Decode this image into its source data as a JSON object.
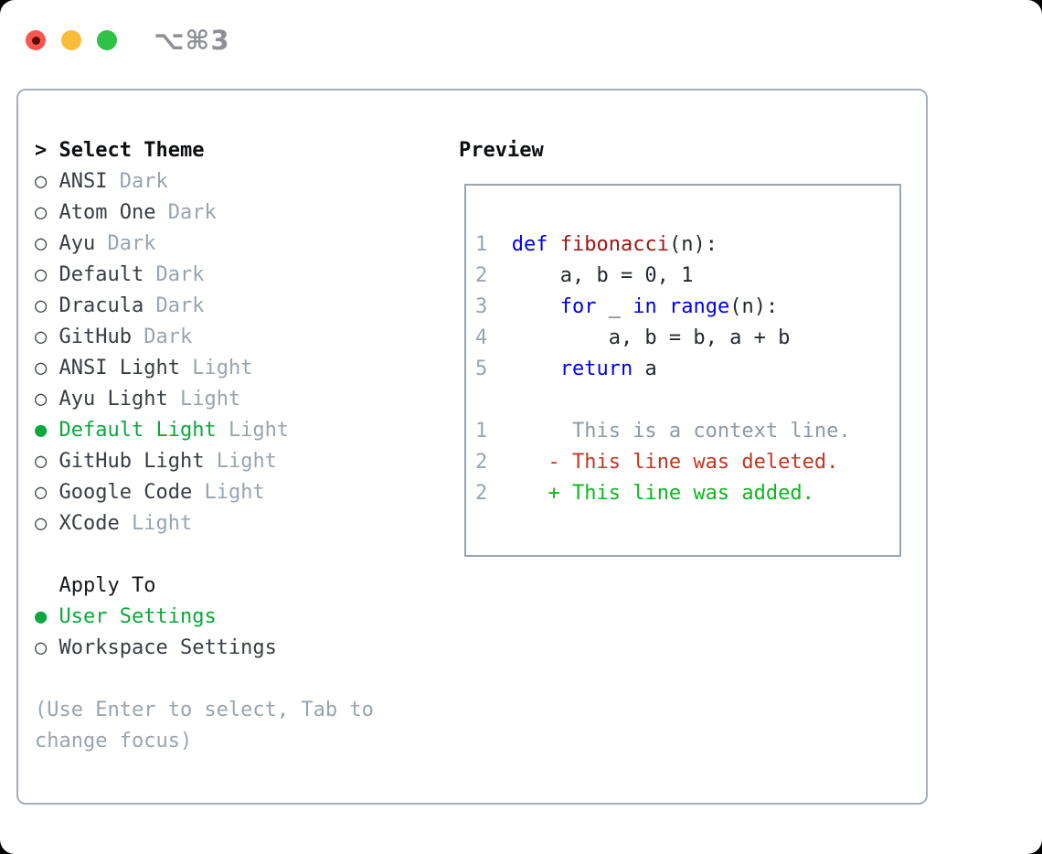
{
  "window": {
    "shortcut": "⌥⌘3",
    "traffic_lights": [
      "close",
      "minimize",
      "zoom"
    ]
  },
  "theme_picker": {
    "header": {
      "marker": ">",
      "label": "Select Theme"
    },
    "items": [
      {
        "marker": "○",
        "name": "ANSI",
        "tag": "Dark",
        "selected": false
      },
      {
        "marker": "○",
        "name": "Atom One",
        "tag": "Dark",
        "selected": false
      },
      {
        "marker": "○",
        "name": "Ayu",
        "tag": "Dark",
        "selected": false
      },
      {
        "marker": "○",
        "name": "Default",
        "tag": "Dark",
        "selected": false
      },
      {
        "marker": "○",
        "name": "Dracula",
        "tag": "Dark",
        "selected": false
      },
      {
        "marker": "○",
        "name": "GitHub",
        "tag": "Dark",
        "selected": false
      },
      {
        "marker": "○",
        "name": "ANSI Light",
        "tag": "Light",
        "selected": false
      },
      {
        "marker": "○",
        "name": "Ayu Light",
        "tag": "Light",
        "selected": false
      },
      {
        "marker": "●",
        "name": "Default Light",
        "tag": "Light",
        "selected": true
      },
      {
        "marker": "○",
        "name": "GitHub Light",
        "tag": "Light",
        "selected": false
      },
      {
        "marker": "○",
        "name": "Google Code",
        "tag": "Light",
        "selected": false
      },
      {
        "marker": "○",
        "name": "XCode",
        "tag": "Light",
        "selected": false
      }
    ]
  },
  "apply_to": {
    "header": "Apply To",
    "options": [
      {
        "marker": "●",
        "label": "User Settings",
        "selected": true
      },
      {
        "marker": "○",
        "label": "Workspace Settings",
        "selected": false
      }
    ]
  },
  "hint": "(Use Enter to select, Tab to change focus)",
  "preview": {
    "header": "Preview",
    "code_lines": [
      {
        "number": "1",
        "tokens": [
          {
            "text": "  ",
            "color": "plain"
          },
          {
            "text": "def",
            "color": "keyword"
          },
          {
            "text": " ",
            "color": "plain"
          },
          {
            "text": "fibonacci",
            "color": "function"
          },
          {
            "text": "(n):",
            "color": "plain"
          }
        ]
      },
      {
        "number": "2",
        "tokens": [
          {
            "text": "      a, b = 0, 1",
            "color": "plain"
          }
        ]
      },
      {
        "number": "3",
        "tokens": [
          {
            "text": "      ",
            "color": "plain"
          },
          {
            "text": "for",
            "color": "keyword"
          },
          {
            "text": " _ ",
            "color": "plain"
          },
          {
            "text": "in",
            "color": "keyword"
          },
          {
            "text": " ",
            "color": "plain"
          },
          {
            "text": "range",
            "color": "keyword"
          },
          {
            "text": "(n):",
            "color": "plain"
          }
        ]
      },
      {
        "number": "4",
        "tokens": [
          {
            "text": "          a, b = b, a + b",
            "color": "plain"
          }
        ]
      },
      {
        "number": "5",
        "tokens": [
          {
            "text": "      ",
            "color": "plain"
          },
          {
            "text": "return",
            "color": "keyword"
          },
          {
            "text": " a",
            "color": "plain"
          }
        ]
      }
    ],
    "diff_lines": [
      {
        "number": "1",
        "tokens": [
          {
            "text": "       This is a context line.",
            "color": "context"
          }
        ]
      },
      {
        "number": "2",
        "tokens": [
          {
            "text": "     ",
            "color": "plain"
          },
          {
            "text": "- This line was deleted.",
            "color": "deleted"
          }
        ]
      },
      {
        "number": "2",
        "tokens": [
          {
            "text": "     ",
            "color": "plain"
          },
          {
            "text": "+ This line was added.",
            "color": "added"
          }
        ]
      }
    ]
  },
  "colors": {
    "selection_green": "#0aa83c",
    "keyword_blue": "#0000ee",
    "function_red": "#a31515",
    "diff_deleted_red": "#c23621",
    "diff_added_green": "#0cb81f",
    "muted_gray": "#9aa4ae",
    "panel_border_gray": "#a6aeb8",
    "traffic_red": "#f8574d",
    "traffic_yellow": "#f9bc36",
    "traffic_green": "#2fc245"
  }
}
